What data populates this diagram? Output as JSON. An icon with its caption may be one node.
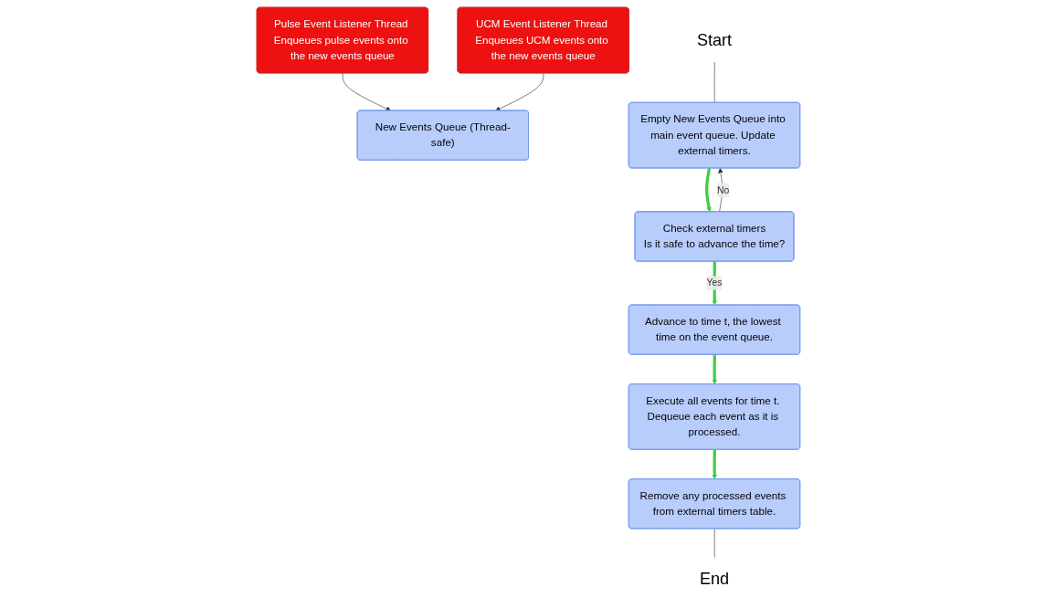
{
  "diagram": {
    "nodes": [
      {
        "text": [
          "Pulse Event Listener Thread Enqueues pulse events onto the new events queue"
        ]
      },
      {
        "text": [
          "UCM Event Listener Thread Enqueues UCM events onto the new events queue"
        ]
      },
      {
        "text": [
          "New Events Queue (Thread-safe)"
        ]
      },
      {
        "text": [
          "Start"
        ]
      },
      {
        "text": [
          "Empty New Events Queue into main event queue. Update external timers."
        ]
      },
      {
        "text": [
          "Check external timers",
          "Is it safe to advance the time?"
        ]
      },
      {
        "text": [
          "Advance to time t, the lowest time on the event queue."
        ]
      },
      {
        "text": [
          "Execute all events for time t. Dequeue each event as it is processed."
        ]
      },
      {
        "text": [
          "Remove any processed events from external timers table."
        ]
      },
      {
        "text": [
          "End"
        ]
      }
    ],
    "edges": [
      {
        "from": 0,
        "to": 2,
        "arrow": "to"
      },
      {
        "from": 1,
        "to": 2,
        "arrow": "to"
      },
      {
        "from": 3,
        "to": 4,
        "arrow": "none"
      },
      {
        "from": 4,
        "to": 5,
        "arrow": "to",
        "style": "thick",
        "color": "#44cc44"
      },
      {
        "from": 5,
        "to": 6,
        "arrow": "to",
        "label": "Yes",
        "style": "thick",
        "color": "#44cc44"
      },
      {
        "from": 6,
        "to": 7,
        "arrow": "to",
        "style": "thick",
        "color": "#44cc44"
      },
      {
        "from": 7,
        "to": 8,
        "arrow": "to",
        "style": "thick",
        "color": "#44cc44"
      },
      {
        "from": 8,
        "to": 9,
        "arrow": "none"
      },
      {
        "from": 5,
        "to": 4,
        "arrow": "to",
        "label": "No"
      }
    ]
  }
}
